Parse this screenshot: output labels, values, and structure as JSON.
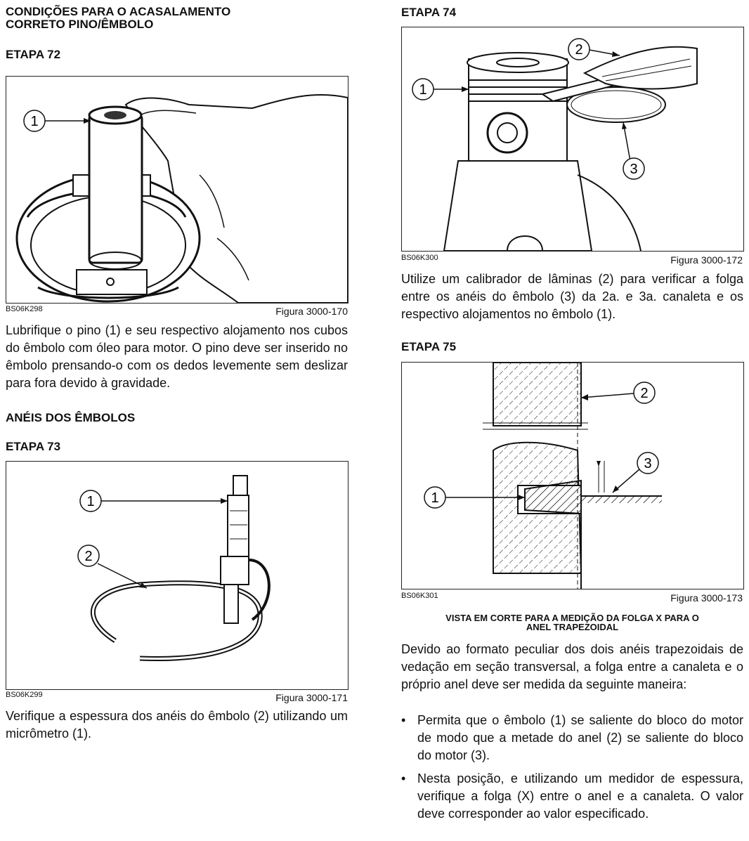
{
  "left": {
    "section_title_line1": "CONDIÇÕES PARA O ACASALAMENTO",
    "section_title_line2": "CORRETO PINO/ÊMBOLO",
    "step72": {
      "title": "ETAPA 72",
      "figure_code": "BS06K298",
      "figure_label": "Figura 3000-170",
      "callouts": [
        "1"
      ],
      "text": "Lubrifique o pino (1) e seu respectivo alojamento nos cubos do êmbolo com óleo para motor. O pino deve ser inserido no êmbolo prensando-o com os dedos levemente sem deslizar para fora devido à gravidade."
    },
    "rings_title": "ANÉIS DOS ÊMBOLOS",
    "step73": {
      "title": "ETAPA 73",
      "figure_code": "BS06K299",
      "figure_label": "Figura 3000-171",
      "callouts": [
        "1",
        "2"
      ],
      "text": "Verifique a espessura dos anéis do êmbolo (2) utilizando um micrômetro (1)."
    }
  },
  "right": {
    "step74": {
      "title": "ETAPA 74",
      "figure_code": "BS06K300",
      "figure_label": "Figura 3000-172",
      "callouts": [
        "1",
        "2",
        "3"
      ],
      "text": "Utilize um calibrador de lâminas (2) para verificar a folga entre os anéis do êmbolo (3) da 2a. e 3a. canaleta e os respectivo alojamentos no êmbolo (1)."
    },
    "step75": {
      "title": "ETAPA 75",
      "figure_code": "BS06K301",
      "figure_label": "Figura 3000-173",
      "callouts": [
        "1",
        "2",
        "3"
      ],
      "caption_line1": "VISTA EM CORTE PARA A MEDIÇÃO DA FOLGA X PARA O",
      "caption_line2": "ANEL TRAPEZOIDAL",
      "text": "Devido ao formato peculiar dos dois anéis trapezoidais de vedação em seção transversal, a folga entre a canaleta e o próprio anel deve ser medida da seguinte maneira:",
      "bullets": [
        "Permita que o êmbolo (1) se saliente do bloco do motor de modo que a metade do anel (2) se saliente do bloco do motor (3).",
        "Nesta posição, e utilizando um medidor de espessura, verifique a folga (X) entre o anel e a canaleta. O valor deve corresponder ao valor especificado."
      ],
      "bullet_glyph": "•"
    }
  }
}
